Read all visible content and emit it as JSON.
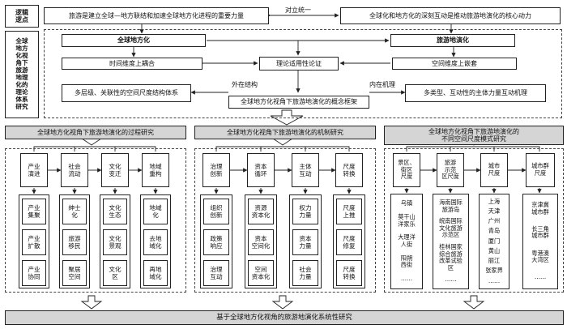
{
  "logic_label": "逻辑\n逻点",
  "theory_label": "全球\n地方\n化视\n角下\n旅游\n地理\n化的\n理论\n体系\n研究",
  "top": {
    "left": "旅游是建立全球—地方联结和加速全球地方化进程的重要力量",
    "right": "全球化和地方化的深刻互动是推动旅游地演化的核心动力",
    "connector": "对立统一"
  },
  "theory": {
    "global": "全球地方化",
    "tourism": "旅游地演化",
    "time": "时间维度上耦合",
    "theory_method": "理论适用性论证",
    "space": "空间维度上嵌套",
    "outer": "外在结构",
    "inner": "内在机理",
    "left_system": "多层级、关联性的空间尺度结构体系",
    "right_system": "多类型、互动性的主体力量互动机理",
    "framework": "全球地方化视角下旅游地演化的概念框架"
  },
  "sections": {
    "process": {
      "title": "全球地方化视角下旅游地演化的过程研究",
      "heads": [
        "产业\n演进",
        "社会\n流动",
        "文化\n变迁",
        "地域\n重构"
      ],
      "items": [
        [
          "产业\n集聚",
          "产业\n扩散",
          "产业\n协同"
        ],
        [
          "绅士\n化",
          "旅游\n移民",
          "聚居\n空间"
        ],
        [
          "文化\n生态",
          "文化\n景观",
          "文化\n区"
        ],
        [
          "地域\n化",
          "去地\n域化",
          "再地\n域化"
        ]
      ]
    },
    "mechanism": {
      "title": "全球地方化视角下旅游地演化的机制研究",
      "heads": [
        "治理\n创新",
        "资本\n循环",
        "主体\n互动",
        "尺度\n转换"
      ],
      "items": [
        [
          "组织\n创新",
          "政策\n响应",
          "治理\n互动"
        ],
        [
          "资源\n资本化",
          "资本\n空间化",
          "空间\n资本化"
        ],
        [
          "权力\n力量",
          "资本\n力量",
          "社会\n力量"
        ],
        [
          "尺度\n上推",
          "尺度\n修复",
          "尺度\n转换"
        ]
      ]
    },
    "model": {
      "title": "全球地方化视角下旅游地演化的\n不同空间尺度模式研究",
      "heads": [
        "景区、\n街区\n尺度",
        "旅游\n示范\n区尺度",
        "城市\n尺度",
        "城市群\n尺度"
      ],
      "lists": [
        [
          "乌镇",
          "莫干山\n洋家乐",
          "大理洋\n人街",
          "阳朔\n西街",
          "……"
        ],
        [
          "海南国际\n旅游岛",
          "皖南国际\n文化旅游\n示范区",
          "桂林国家\n综合旅游\n改革试验\n区",
          "……"
        ],
        [
          "上海",
          "天津",
          "广州",
          "青岛",
          "厦门",
          "黄山",
          "丽江",
          "张家界",
          "……"
        ],
        [
          "京津冀\n城市群",
          "长三角\n城市群",
          "粤港澳\n大湾区",
          "……"
        ]
      ]
    }
  },
  "bottom": "基于全球地方化视角的旅游地演化系统性研究"
}
